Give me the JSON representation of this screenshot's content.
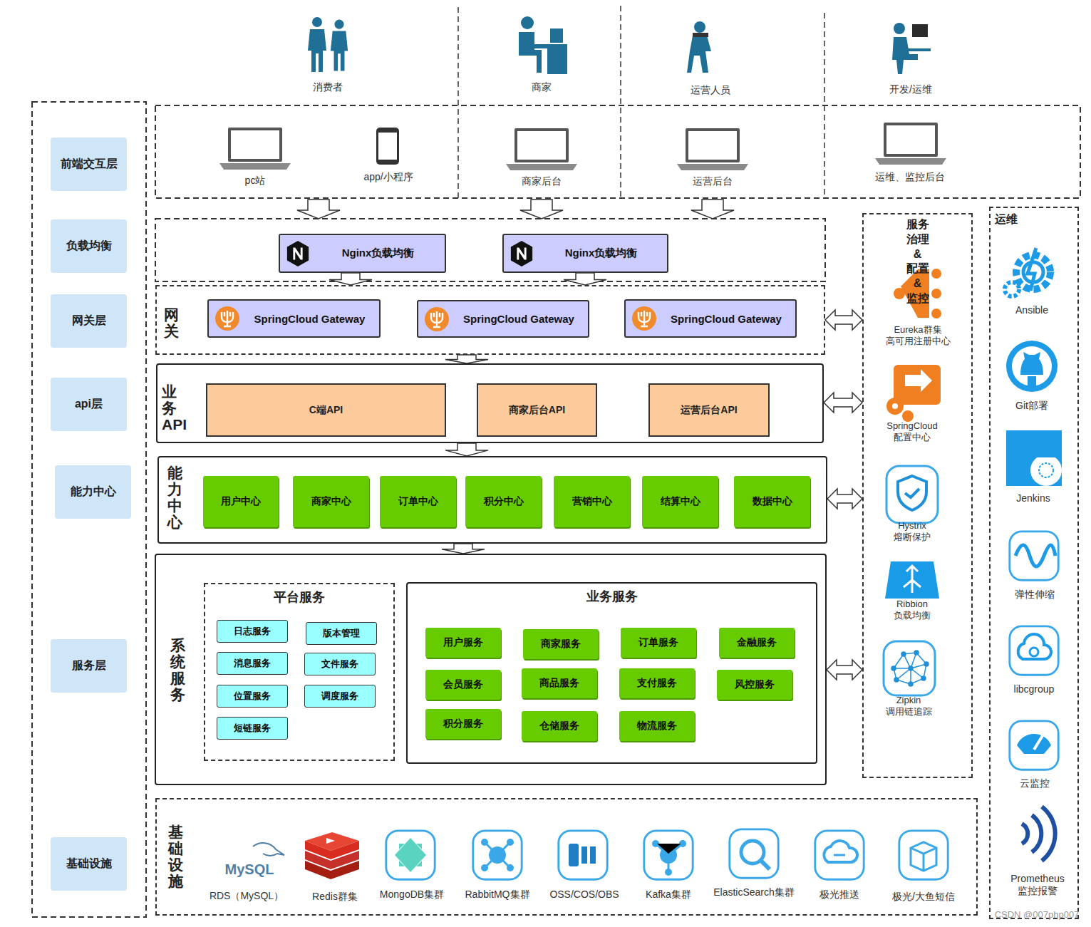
{
  "diagram": {
    "nodes": [
      {
        "text": [
          "前端交互层"
        ]
      },
      {
        "text": [
          "负载均衡"
        ]
      },
      {
        "text": [
          "网关层"
        ]
      },
      {
        "text": [
          "api层"
        ]
      },
      {
        "text": [
          "能力中心"
        ]
      },
      {
        "text": [
          "服务层"
        ]
      },
      {
        "text": [
          "基础设施"
        ]
      },
      {
        "text": [
          "Nginx负载均衡"
        ]
      },
      {
        "text": [
          "Nginx负载均衡"
        ]
      },
      {
        "text": [
          "网关"
        ]
      },
      {
        "text": [
          "SpringCloud Gateway"
        ],
        "in": 9
      },
      {
        "text": [
          "SpringCloud Gateway"
        ],
        "in": 9
      },
      {
        "text": [
          "SpringCloud Gateway"
        ],
        "in": 9
      },
      {
        "text": [
          "业务API"
        ]
      },
      {
        "text": [
          "C端API"
        ],
        "in": 13
      },
      {
        "text": [
          "商家后台API"
        ],
        "in": 13
      },
      {
        "text": [
          "运营后台API"
        ],
        "in": 13
      },
      {
        "text": [
          "能力中心"
        ]
      },
      {
        "text": [
          "用户中心"
        ],
        "in": 17
      },
      {
        "text": [
          "商家中心"
        ],
        "in": 17
      },
      {
        "text": [
          "订单中心"
        ],
        "in": 17
      },
      {
        "text": [
          "积分中心"
        ],
        "in": 17
      },
      {
        "text": [
          "营销中心"
        ],
        "in": 17
      },
      {
        "text": [
          "结算中心"
        ],
        "in": 17
      },
      {
        "text": [
          "数据中心"
        ],
        "in": 17
      },
      {
        "text": [
          "系统服务"
        ]
      },
      {
        "text": [
          "平台服务"
        ],
        "in": 25
      },
      {
        "text": [
          "日志服务"
        ],
        "in": 26
      },
      {
        "text": [
          "版本管理"
        ],
        "in": 26
      },
      {
        "text": [
          "消息服务"
        ],
        "in": 26
      },
      {
        "text": [
          "文件服务"
        ],
        "in": 26
      },
      {
        "text": [
          "位置服务"
        ],
        "in": 26
      },
      {
        "text": [
          "调度服务"
        ],
        "in": 26
      },
      {
        "text": [
          "短链服务"
        ],
        "in": 26
      },
      {
        "text": [
          "业务服务"
        ],
        "in": 25
      },
      {
        "text": [
          "用户服务"
        ],
        "in": 34
      },
      {
        "text": [
          "商家服务"
        ],
        "in": 34
      },
      {
        "text": [
          "订单服务"
        ],
        "in": 34
      },
      {
        "text": [
          "金融服务"
        ],
        "in": 34
      },
      {
        "text": [
          "会员服务"
        ],
        "in": 34
      },
      {
        "text": [
          "商品服务"
        ],
        "in": 34
      },
      {
        "text": [
          "支付服务"
        ],
        "in": 34
      },
      {
        "text": [
          "风控服务"
        ],
        "in": 34
      },
      {
        "text": [
          "积分服务"
        ],
        "in": 34
      },
      {
        "text": [
          "仓储服务"
        ],
        "in": 34
      },
      {
        "text": [
          "物流服务"
        ],
        "in": 34
      },
      {
        "text": [
          "基础设施"
        ]
      },
      {
        "text": [
          "服务 治理&配置&监控"
        ]
      },
      {
        "text": [
          "运维"
        ]
      }
    ],
    "edges": [
      {
        "from": 7,
        "to": 9,
        "arrow": "to"
      },
      {
        "from": 8,
        "to": 9,
        "arrow": "to"
      },
      {
        "from": 9,
        "to": 13,
        "arrow": "to"
      },
      {
        "from": 13,
        "to": 17,
        "arrow": "to"
      },
      {
        "from": 17,
        "to": 25,
        "arrow": "to"
      },
      {
        "from": 9,
        "to": 47,
        "arrow": "both"
      },
      {
        "from": 13,
        "to": 47,
        "arrow": "both"
      },
      {
        "from": 17,
        "to": 47,
        "arrow": "both"
      },
      {
        "from": 25,
        "to": 47,
        "arrow": "both"
      }
    ],
    "labels": [
      "消费者",
      "商家",
      "运营人员",
      "开发/运维",
      "pc站",
      "app/小程序",
      "商家后台",
      "运营后台",
      "运维、监控后台",
      "MySQL",
      "RDS（MySQL）",
      "Redis群集",
      "MongoDB集群",
      "RabbitMQ集群",
      "OSS/COS/OBS",
      "Kafka集群",
      "ElasticSearch集群",
      "极光推送",
      "极光/大鱼短信",
      "Eureka群集 高可用注册中心",
      "SpringCloud 配置中心",
      "Hystrix 熔断保护",
      "Ribbion 负载均衡",
      "Zipkin 调用链追踪",
      "Ansible",
      "Git部署",
      "Jenkins",
      "弹性伸缩",
      "libcgroup",
      "云监控",
      "Prometheus 监控报警",
      "CSDN @007php007"
    ]
  }
}
